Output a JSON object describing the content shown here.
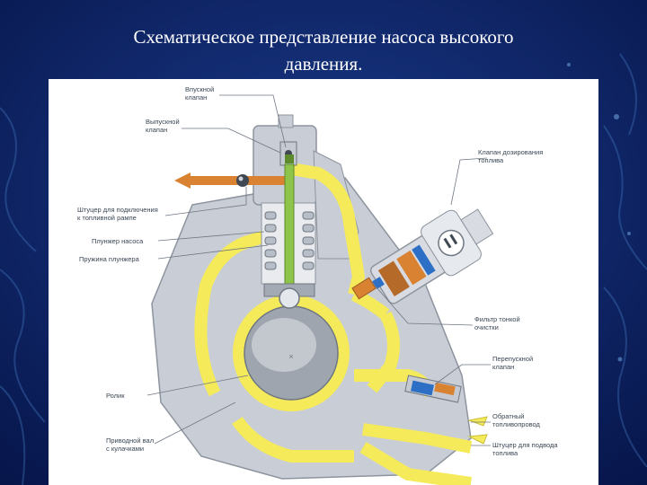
{
  "slide": {
    "title_line1": "Схематическое представление насоса высокого",
    "title_line2": "давления."
  },
  "labels": {
    "inlet_valve": [
      "Впускной",
      "клапан"
    ],
    "outlet_valve": [
      "Выпускной",
      "клапан"
    ],
    "rail_fitting": [
      "Штуцер для подключения",
      "к топливной рампе"
    ],
    "pump_plunger": [
      "Плунжер насоса"
    ],
    "plunger_spring": [
      "Пружина плунжера"
    ],
    "roller": [
      "Ролик"
    ],
    "camshaft": [
      "Приводной вал",
      "с кулачками"
    ],
    "metering_valve": [
      "Клапан дозирования",
      "топлива"
    ],
    "fine_filter": [
      "Фильтр тонкой",
      "очистки"
    ],
    "bypass_valve": [
      "Перепускной",
      "клапан"
    ],
    "return_line": [
      "Обратный",
      "топливопровод"
    ],
    "supply_fitting": [
      "Штуцер для подвода",
      "топлива"
    ]
  },
  "colors": {
    "background": "#0b1f5e",
    "fuel_yellow": "#f4ea5a",
    "housing_gray": "#c9ced6",
    "outlet_orange": "#d98232",
    "plunger_green": "#8fc44a",
    "accent_blue": "#2d6fc4"
  }
}
